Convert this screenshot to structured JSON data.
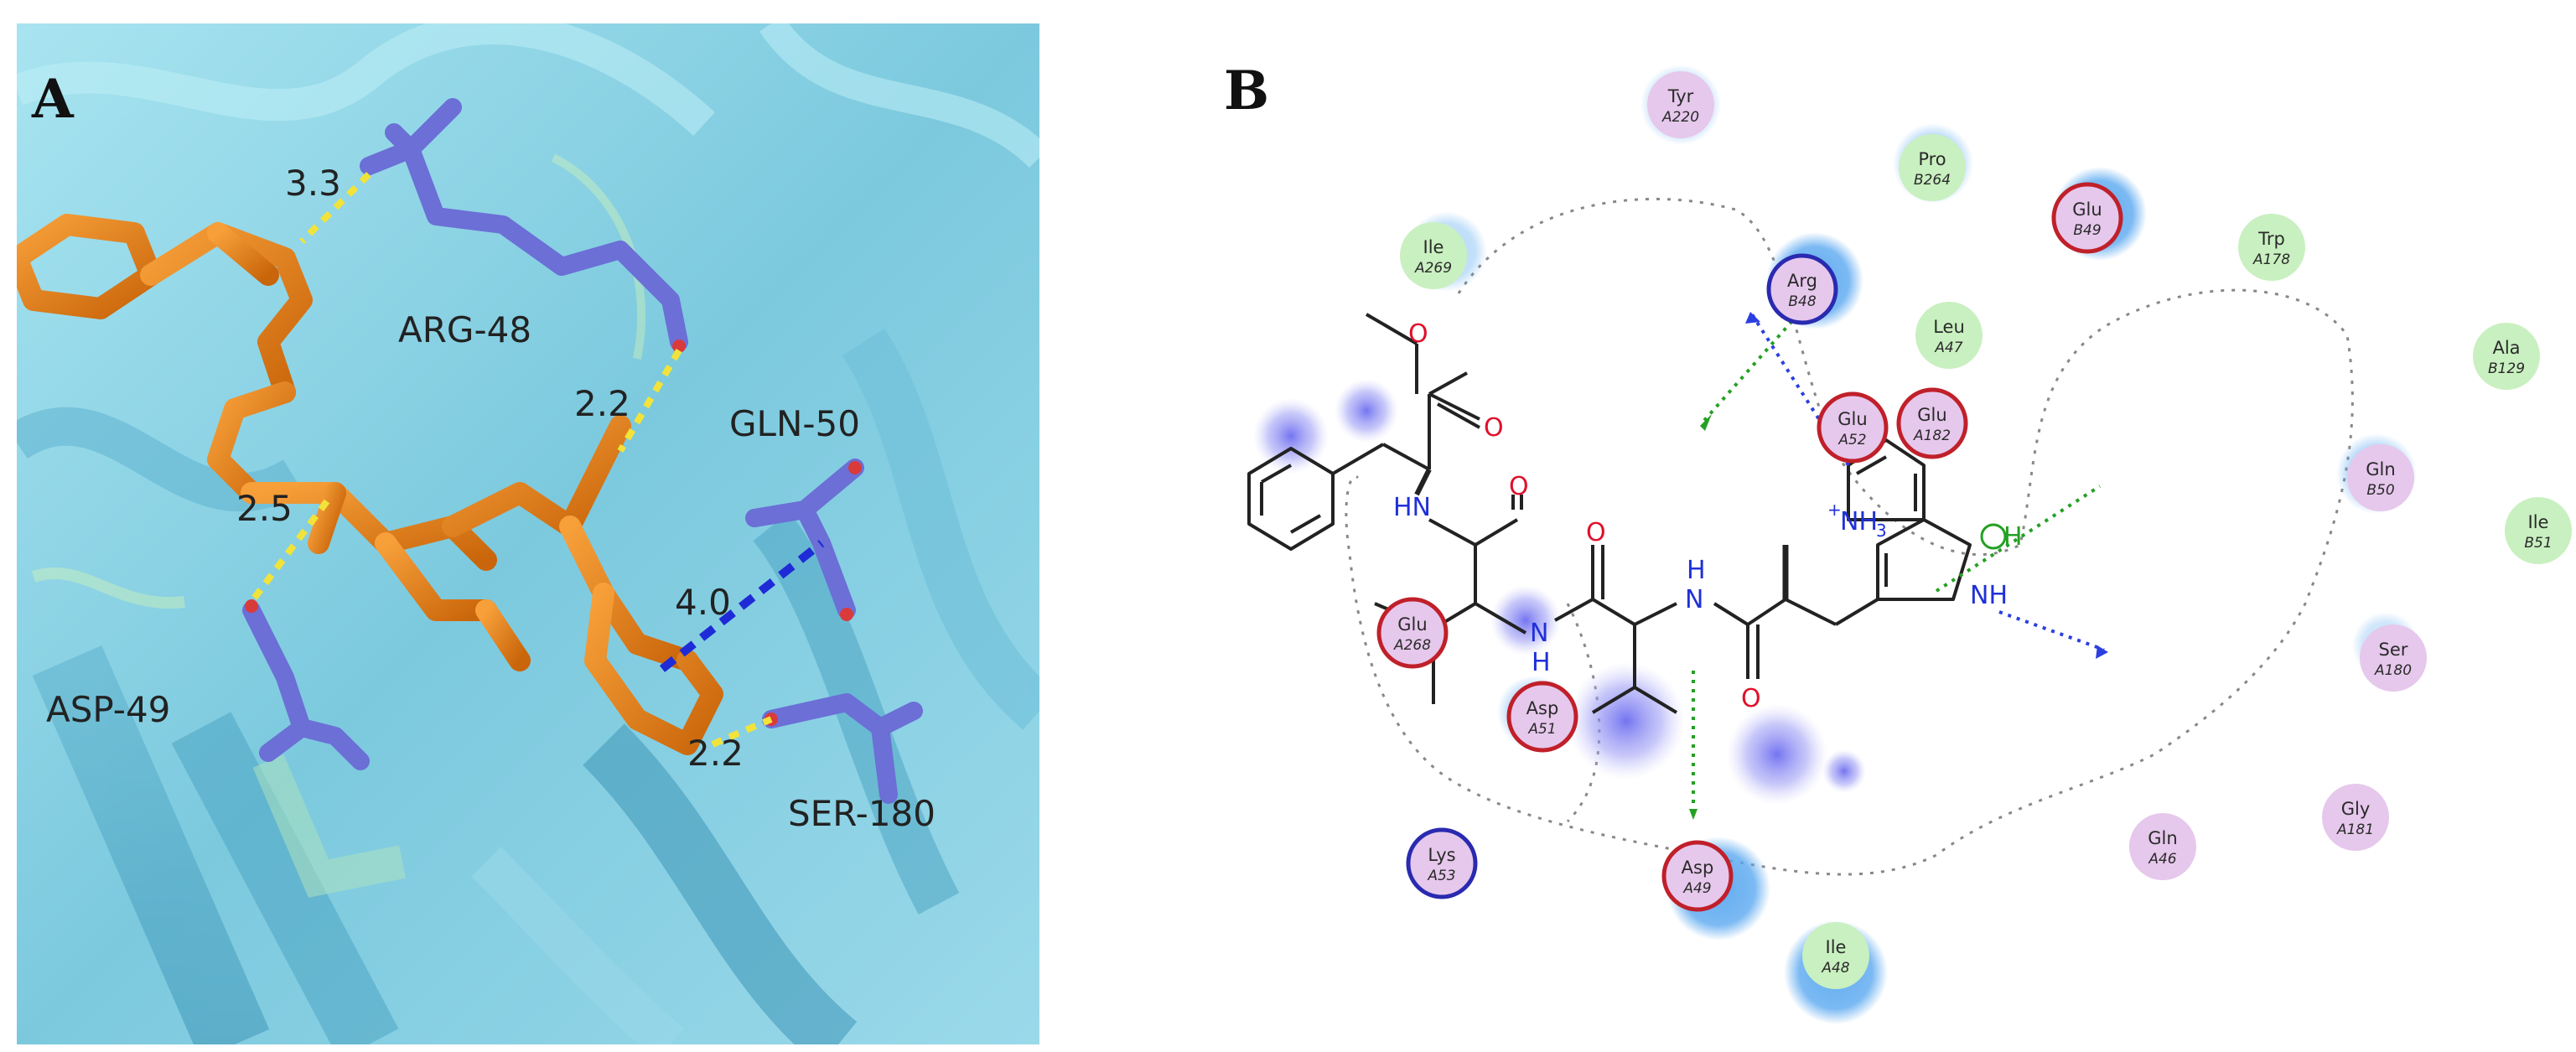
{
  "panel_a": {
    "letter": "A",
    "residues": [
      {
        "id": "arg48",
        "label": "ARG-48"
      },
      {
        "id": "gln50",
        "label": "GLN-50"
      },
      {
        "id": "asp49",
        "label": "ASP-49"
      },
      {
        "id": "ser180",
        "label": "SER-180"
      }
    ],
    "distances": [
      {
        "id": "d1",
        "value": "3.3"
      },
      {
        "id": "d2",
        "value": "2.2"
      },
      {
        "id": "d3",
        "value": "2.5"
      },
      {
        "id": "d4",
        "value": "4.0"
      },
      {
        "id": "d5",
        "value": "2.2"
      }
    ],
    "colors": {
      "protein": "#8fd3e6",
      "ligand": "#e07b10",
      "residue": "#6b6fd6",
      "hbond": "#f2e33a",
      "pi_contact": "#1f2bd6"
    }
  },
  "panel_b": {
    "letter": "B",
    "residues": [
      {
        "id": "tyr220",
        "name": "Tyr",
        "num": "A220",
        "type": "polar"
      },
      {
        "id": "pro264",
        "name": "Pro",
        "num": "B264",
        "type": "hydrophobic"
      },
      {
        "id": "glu49",
        "name": "Glu",
        "num": "B49",
        "type": "acidic"
      },
      {
        "id": "trp178",
        "name": "Trp",
        "num": "A178",
        "type": "hydrophobic"
      },
      {
        "id": "ile269",
        "name": "Ile",
        "num": "A269",
        "type": "hydrophobic"
      },
      {
        "id": "arg48",
        "name": "Arg",
        "num": "B48",
        "type": "basic"
      },
      {
        "id": "leu47",
        "name": "Leu",
        "num": "A47",
        "type": "hydrophobic"
      },
      {
        "id": "ala129",
        "name": "Ala",
        "num": "B129",
        "type": "hydrophobic"
      },
      {
        "id": "glu52",
        "name": "Glu",
        "num": "A52",
        "type": "acidic"
      },
      {
        "id": "glu182",
        "name": "Glu",
        "num": "A182",
        "type": "acidic"
      },
      {
        "id": "gln50",
        "name": "Gln",
        "num": "B50",
        "type": "polar"
      },
      {
        "id": "ile51",
        "name": "Ile",
        "num": "B51",
        "type": "hydrophobic"
      },
      {
        "id": "glu268",
        "name": "Glu",
        "num": "A268",
        "type": "acidic"
      },
      {
        "id": "ser180",
        "name": "Ser",
        "num": "A180",
        "type": "polar"
      },
      {
        "id": "asp51",
        "name": "Asp",
        "num": "A51",
        "type": "acidic"
      },
      {
        "id": "gly181",
        "name": "Gly",
        "num": "A181",
        "type": "polar"
      },
      {
        "id": "gln46",
        "name": "Gln",
        "num": "A46",
        "type": "polar"
      },
      {
        "id": "lys53",
        "name": "Lys",
        "num": "A53",
        "type": "basic"
      },
      {
        "id": "asp49",
        "name": "Asp",
        "num": "A49",
        "type": "acidic"
      },
      {
        "id": "ile48",
        "name": "Ile",
        "num": "A48",
        "type": "hydrophobic"
      }
    ],
    "atoms": {
      "o_ester": "O",
      "o_carbonyl": "O",
      "hn1": "HN",
      "o_amide1": "O",
      "o_amide2": "O",
      "n_amide2": "N",
      "h_amide2": "H",
      "h_amide3": "H",
      "n_amide3": "N",
      "o_amide3": "O",
      "plus": "+",
      "nh3_n": "NH",
      "nh3_sub": "3",
      "nh_indole": "NH",
      "ring_label": "H"
    },
    "colors": {
      "polar_fill": "#e6c8ec",
      "hydrophobic_fill": "#c9f0c0",
      "acidic_ring": "#c0202a",
      "basic_ring": "#2a2ab0",
      "solvent_halo": "#5aa8f0",
      "hbond_side": "#23a023",
      "hbond_back": "#2b3fe0",
      "bond": "#222222",
      "oxygen": "#e0102a",
      "nitrogen": "#2030d8"
    }
  }
}
